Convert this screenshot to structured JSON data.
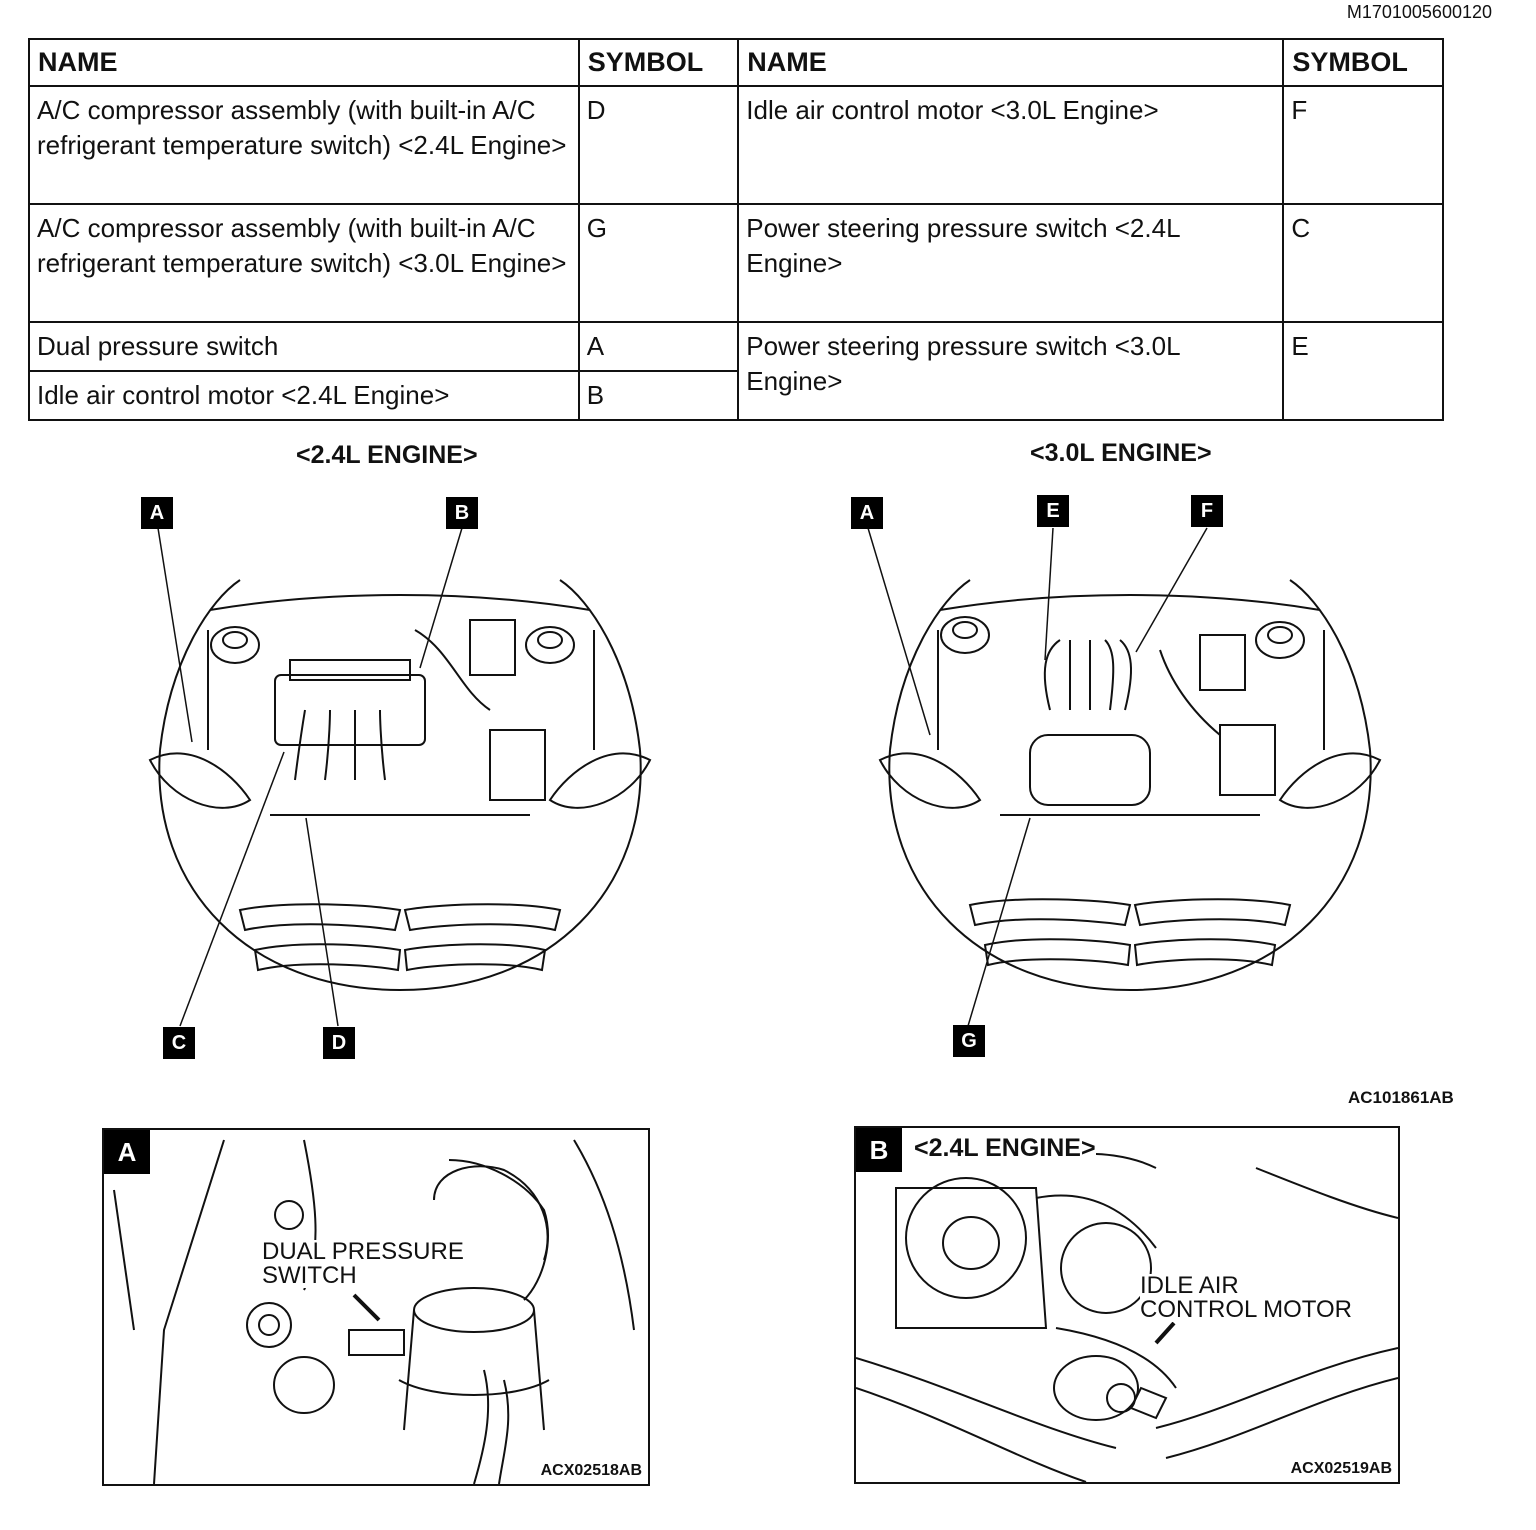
{
  "document_id": "M1701005600120",
  "table": {
    "headers": [
      "NAME",
      "SYMBOL",
      "NAME",
      "SYMBOL"
    ],
    "left": [
      {
        "name": "A/C compressor assembly (with built-in A/C refrigerant temperature switch) <2.4L Engine>",
        "symbol": "D"
      },
      {
        "name": "A/C compressor assembly (with built-in A/C refrigerant temperature switch) <3.0L Engine>",
        "symbol": "G"
      },
      {
        "name": "Dual pressure switch",
        "symbol": "A"
      },
      {
        "name": "Idle air control motor <2.4L Engine>",
        "symbol": "B"
      }
    ],
    "right": [
      {
        "name": "Idle air control motor <3.0L Engine>",
        "symbol": "F"
      },
      {
        "name": "Power steering pressure switch <2.4L Engine>",
        "symbol": "C"
      },
      {
        "name": "Power steering pressure switch <3.0L Engine>",
        "symbol": "E"
      }
    ]
  },
  "diagram_24": {
    "title": "<2.4L ENGINE>",
    "callouts": [
      "A",
      "B",
      "C",
      "D"
    ]
  },
  "diagram_30": {
    "title": "<3.0L ENGINE>",
    "callouts": [
      "A",
      "E",
      "F",
      "G"
    ]
  },
  "figure_code": "AC101861AB",
  "photo_a": {
    "callout": "A",
    "label_line1": "DUAL PRESSURE",
    "label_line2": "SWITCH",
    "code": "ACX02518AB"
  },
  "photo_b": {
    "callout": "B",
    "title": "<2.4L ENGINE>",
    "label_line1": "IDLE AIR",
    "label_line2": "CONTROL MOTOR",
    "code": "ACX02519AB"
  }
}
